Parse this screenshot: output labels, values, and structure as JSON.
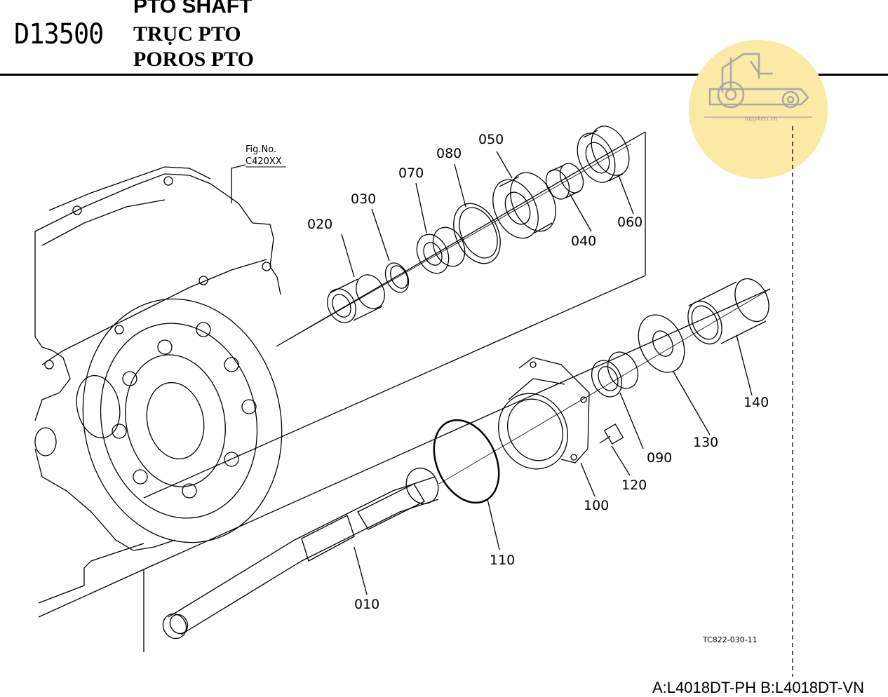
{
  "header": {
    "code": "D13500",
    "title_en": "PTO SHAFT",
    "title_vn": "TRỤC PTO",
    "title_id": "POROS PTO"
  },
  "logo": {
    "watermark_text": "maykeo.vn",
    "fill_color": "#fbe9a6",
    "icon": "tractor-icon"
  },
  "figure_ref": {
    "label": "Fig.No.",
    "code": "C420XX"
  },
  "parts": [
    "010",
    "020",
    "030",
    "040",
    "050",
    "060",
    "070",
    "080",
    "090",
    "100",
    "110",
    "120",
    "130",
    "140"
  ],
  "drawing_code": "TC822-030-11",
  "models": "A:L4018DT-PH B:L4018DT-VN"
}
